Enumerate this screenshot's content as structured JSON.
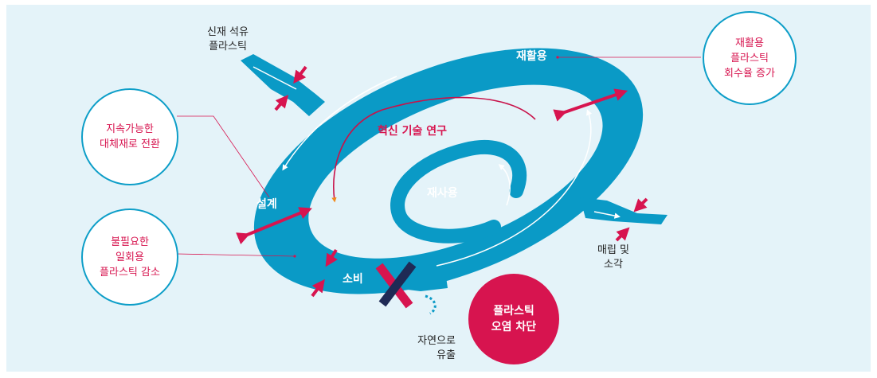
{
  "colors": {
    "ring": "#0a9ac6",
    "background": "#e4f3f9",
    "accent": "#d7144f",
    "orange": "#f28a1e",
    "dark": "#1f2a55"
  },
  "labels": {
    "new_oil_plastic": "신재 석유\n플라스틱",
    "recycling": "재활용",
    "innovation": "혁신 기술 연구",
    "reuse": "재사용",
    "design": "설계",
    "consumption": "소비",
    "landfill": "매립 및\n소각",
    "nature": "자연으로\n유출"
  },
  "circles": {
    "sustainable_alternatives": "지속가능한\n대체재로 전환",
    "reduce_single_use": "불필요한\n일회용\n플라스틱 감소",
    "increase_recovery": "재활용\n플라스틱\n회수율 증가",
    "block_pollution": "플라스틱\n오염 차단"
  },
  "icons": [
    "arrow-in-icon",
    "double-arrow-icon",
    "cross-x-icon",
    "dashed-circular-arrow-icon"
  ]
}
